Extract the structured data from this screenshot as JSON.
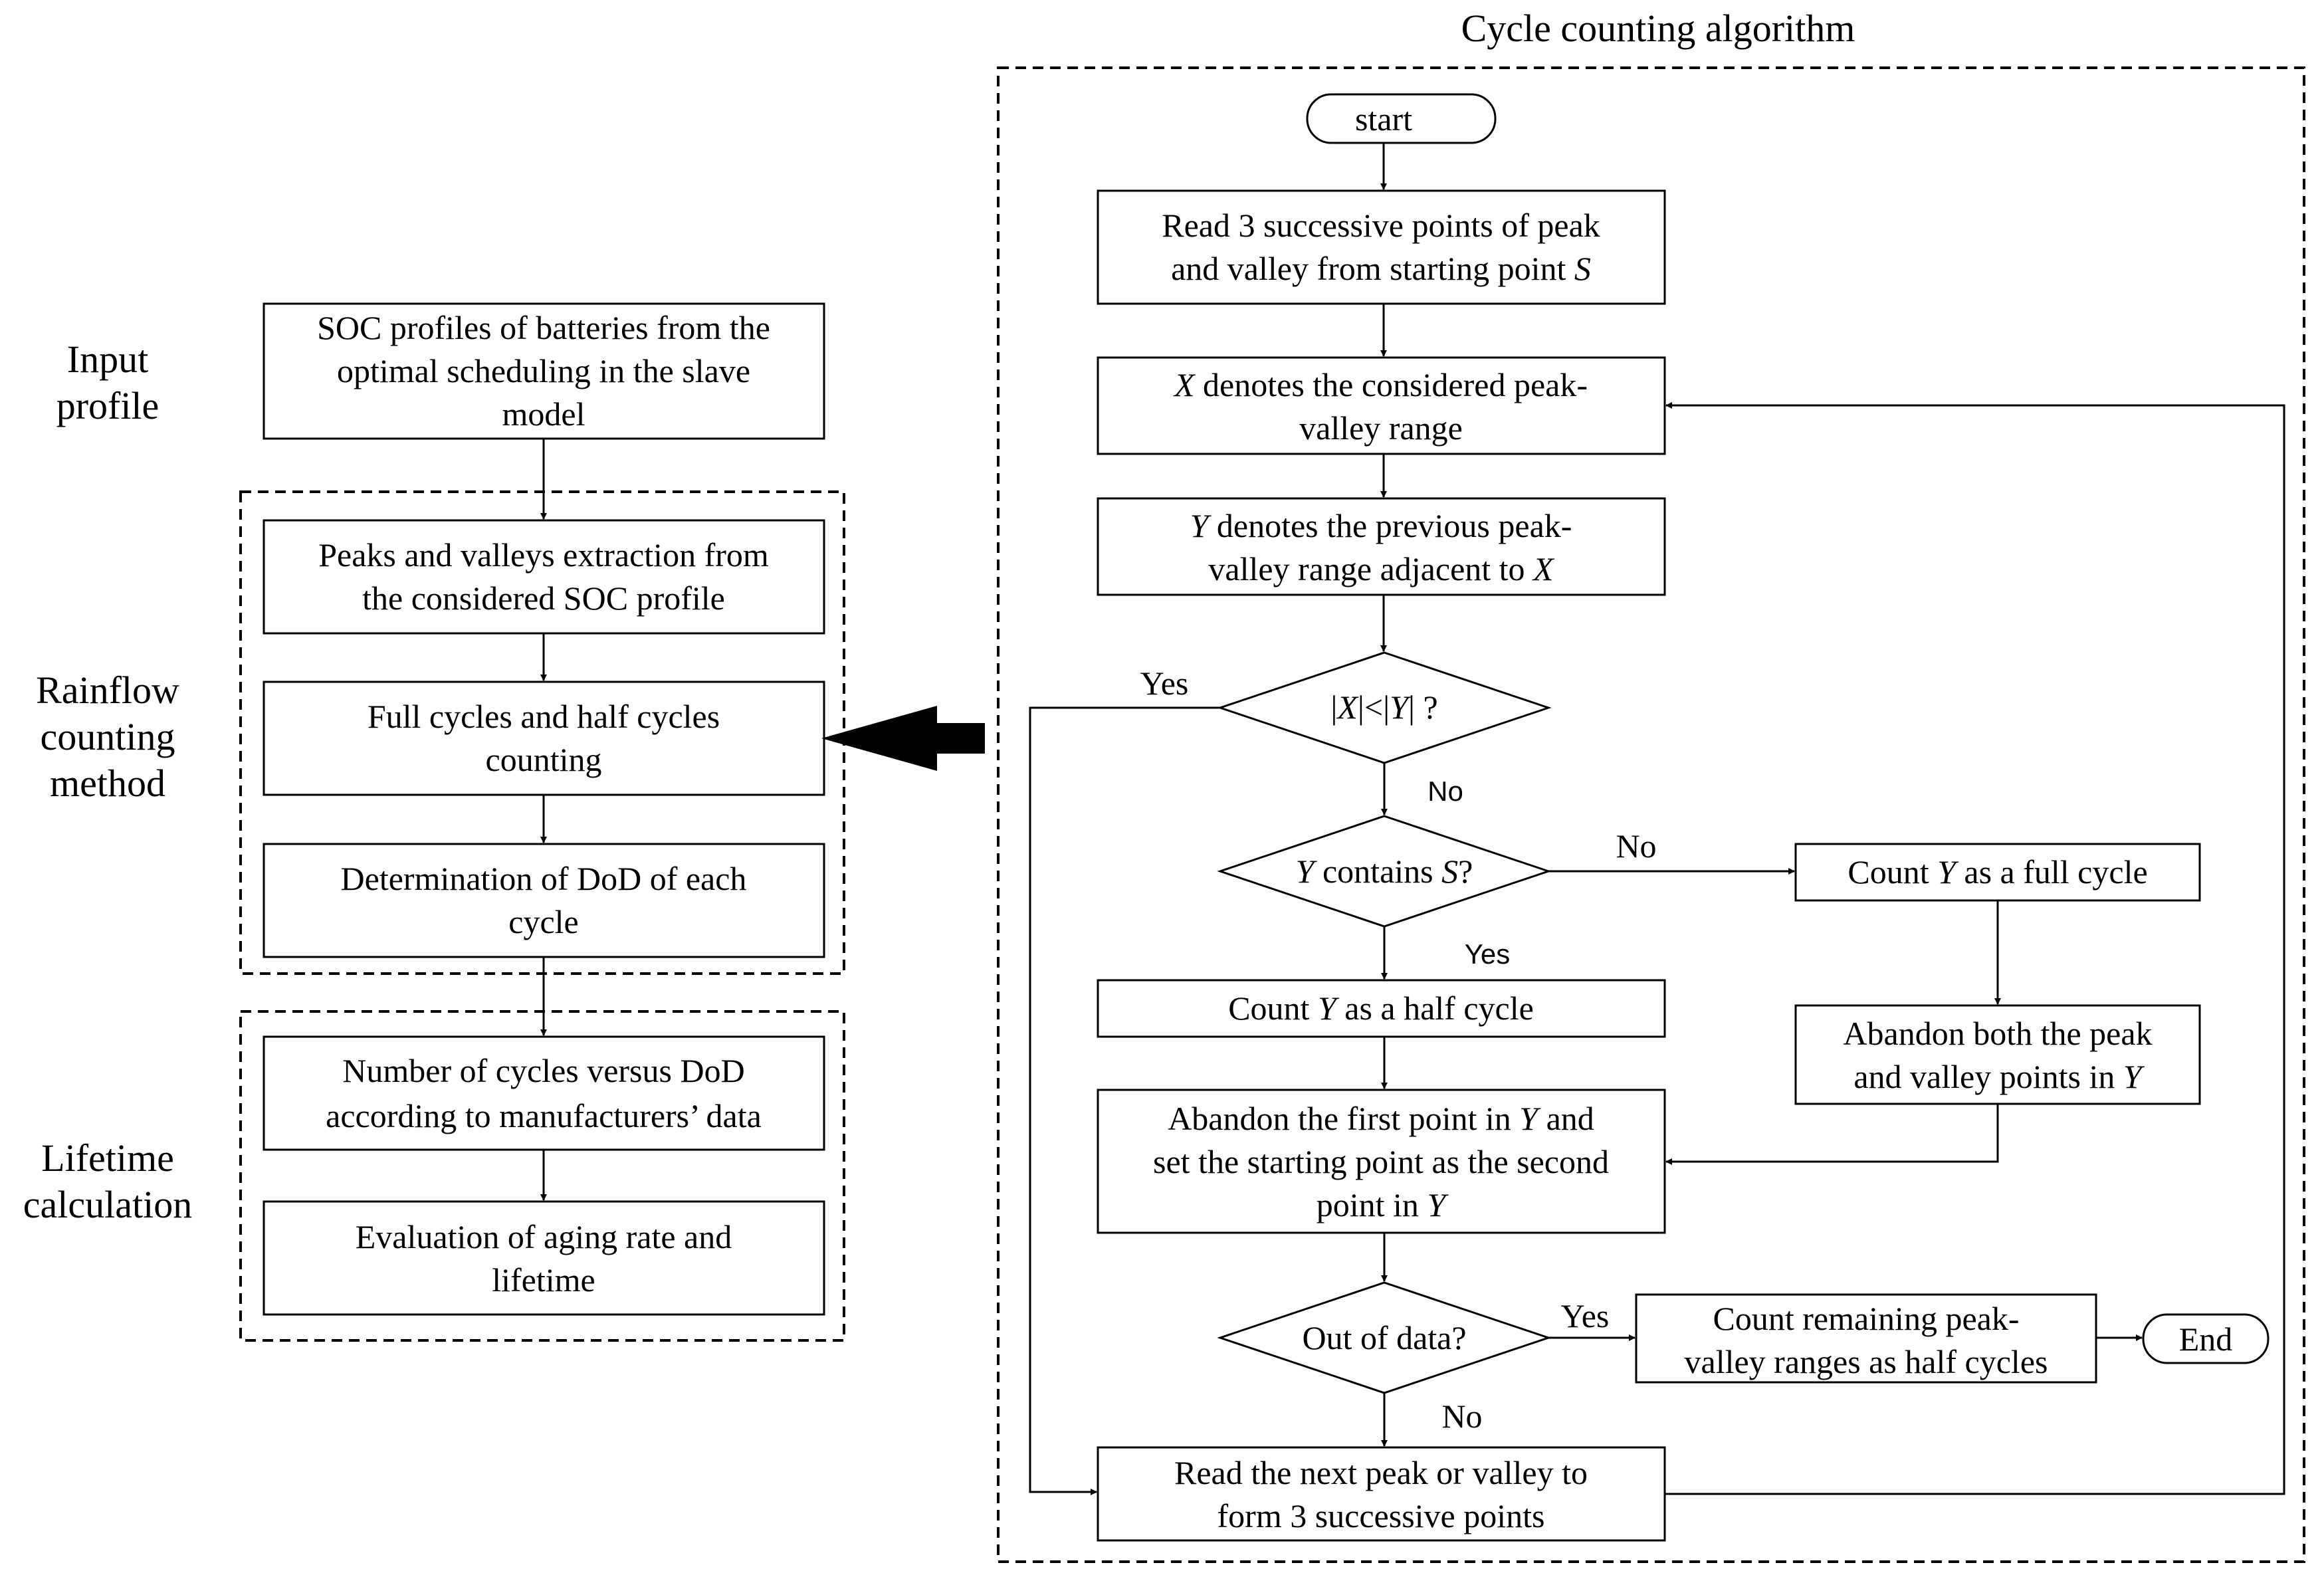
{
  "diagram": {
    "title": "Cycle counting algorithm",
    "left_labels": {
      "input": [
        "Input",
        "profile"
      ],
      "rainflow": [
        "Rainflow",
        "counting",
        "method"
      ],
      "lifetime": [
        "Lifetime",
        "calculation"
      ]
    },
    "left_boxes": {
      "soc": [
        "SOC profiles of batteries from the",
        "optimal scheduling in the slave",
        "model"
      ],
      "peaks": [
        "Peaks and valleys extraction from",
        "the considered SOC profile"
      ],
      "cycles": [
        "Full cycles and half cycles",
        "counting"
      ],
      "dod": [
        "Determination of DoD of each",
        "cycle"
      ],
      "number": [
        "Number of cycles versus DoD",
        "according to manufacturers’  data"
      ],
      "eval": [
        "Evaluation of aging rate and",
        "lifetime"
      ]
    },
    "flow": {
      "start": "start",
      "read3": [
        "Read 3 successive points of peak",
        "and valley from starting point",
        "S"
      ],
      "x_denotes": [
        "X",
        " denotes the considered peak-",
        "valley range"
      ],
      "y_denotes": [
        "Y",
        " denotes the previous peak-",
        "valley range adjacent to ",
        "X"
      ],
      "cond1": [
        "|",
        "X",
        "|<|",
        "Y",
        "| ?"
      ],
      "cond2": [
        "Y",
        " contains ",
        "S",
        "?"
      ],
      "count_full": [
        "Count ",
        "Y",
        " as a full cycle"
      ],
      "count_half": [
        "Count ",
        "Y",
        " as a half cycle"
      ],
      "abandon_both": [
        "Abandon both the peak",
        "and valley points in ",
        "Y"
      ],
      "abandon_first": [
        "Abandon the first point in ",
        "Y",
        " and",
        "set the starting point as the second",
        "point in ",
        "Y"
      ],
      "cond3": "Out of data?",
      "count_remaining": [
        "Count remaining peak-",
        "valley ranges as half cycles"
      ],
      "end": "End",
      "read_next": [
        "Read the next peak or valley to",
        "form 3 successive points"
      ]
    },
    "edge_labels": {
      "yes1": "Yes",
      "no1": "No",
      "no2": "No",
      "yes2": "Yes",
      "yes3": "Yes",
      "no3": "No"
    }
  }
}
